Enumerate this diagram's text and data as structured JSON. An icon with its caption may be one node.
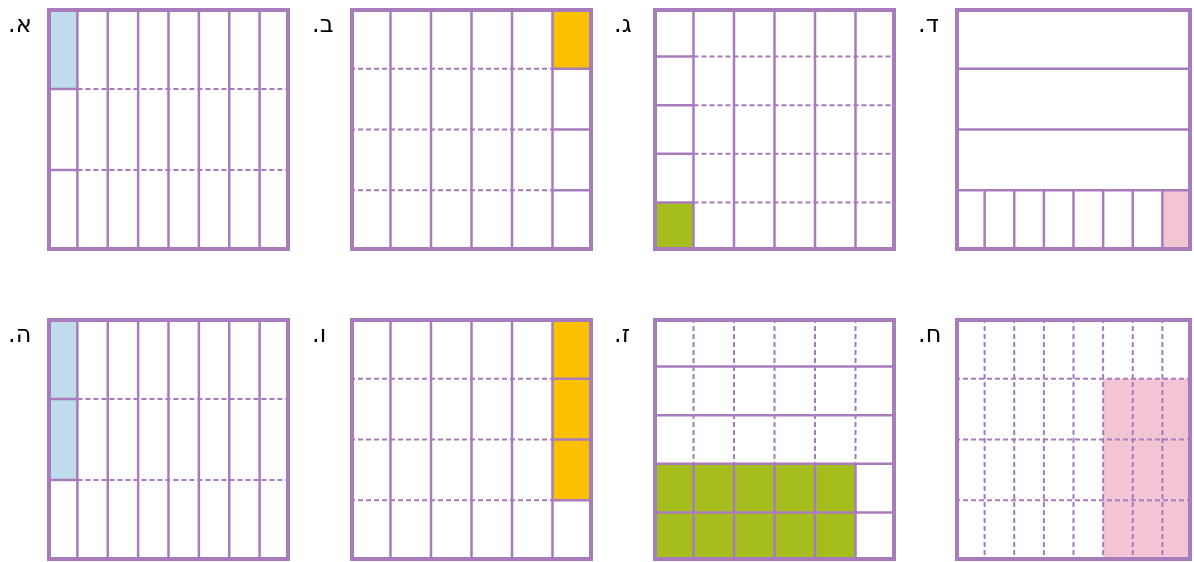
{
  "diagram": {
    "labels": [
      "א.",
      "ב.",
      "ג.",
      "ד.",
      "ה.",
      "ו.",
      "ז.",
      "ח."
    ]
  }
}
